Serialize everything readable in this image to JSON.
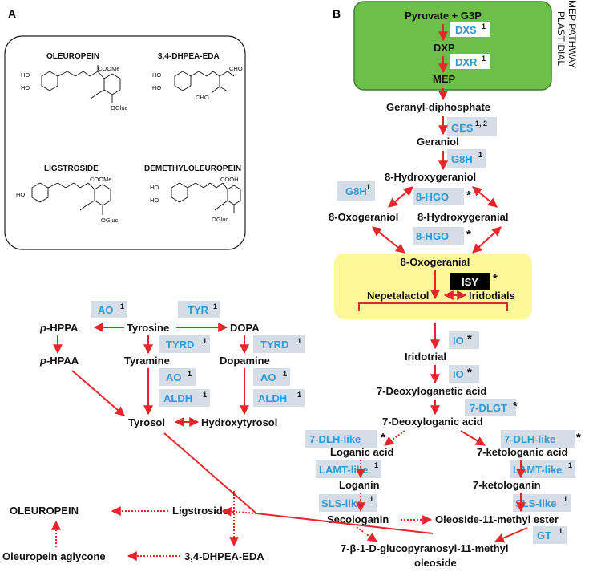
{
  "panels": {
    "a": "A",
    "b": "B"
  },
  "molecules": {
    "oleuropein": "OLEUROPEIN",
    "dhpea_eda": "3,4-DHPEA-EDA",
    "ligstroside": "LIGSTROSIDE",
    "demethyloleuropein": "DEMETHYLOLEUROPEIN"
  },
  "chem_labels": {
    "ho": "HO",
    "coome": "COOMe",
    "cooh": "COOH",
    "cho": "CHO",
    "ogluc": "OGluc"
  },
  "mep": {
    "pathway_title_1": "PLASTIDIAL",
    "pathway_title_2": "MEP PATHWAY",
    "pyruvate": "Pyruvate + G3P",
    "dxs": "DXS",
    "dxs_ref": "1",
    "dxp": "DXP",
    "dxr": "DXR",
    "dxr_ref": "1",
    "mep": "MEP"
  },
  "iridoid": {
    "geranyl_dp": "Geranyl-diphosphate",
    "ges": "GES",
    "ges_ref": "1, 2",
    "geraniol": "Geraniol",
    "g8h_a": "G8H",
    "g8h_a_ref": "1",
    "hydroxygeraniol": "8-Hydroxygeraniol",
    "g8h_b": "G8H",
    "g8h_b_ref": "1",
    "hgo_a": "8-HGO",
    "oxogeraniol": "8-Oxogeraniol",
    "hydroxygeranial": "8-Hydroxygeranial",
    "hgo_b": "8-HGO",
    "oxogeranial": "8-Oxogeranial",
    "isy": "ISY",
    "nepetalactol": "Nepetalactol",
    "iridodials": "Iridodials",
    "io_a": "IO",
    "iridotrial": "Iridotrial",
    "io_b": "IO",
    "deoxyloganetic": "7-Deoxyloganetic acid",
    "dlgt": "7-DLGT",
    "deoxyloganic": "7-Deoxyloganic acid",
    "dlh_a": "7-DLH-like",
    "dlh_b": "7-DLH-like",
    "loganic": "Loganic acid",
    "ketologanic": "7-ketologanic acid",
    "lamt_a": "LAMT-like",
    "lamt_a_ref": "1",
    "lamt_b": "LAMT-like",
    "lamt_b_ref": "1",
    "loganin": "Loganin",
    "ketologanin": "7-ketologanin",
    "sls_a": "SLS-like",
    "sls_a_ref": "1",
    "sls_b": "SLS-like",
    "sls_b_ref": "1",
    "secologanin": "Secologanin",
    "oleoside_ester": "Oleoside-11-methyl ester",
    "gt": "GT",
    "gt_ref": "1",
    "glucopyranosyl_1": "7-β-1-D-glucopyranosyl-11-methyl",
    "glucopyranosyl_2": "oleoside"
  },
  "phenyl": {
    "ao_a": "AO",
    "ao_a_ref": "1",
    "tyr": "TYR",
    "tyr_ref": "1",
    "p_prefix_a": "p",
    "hppa": "-HPPA",
    "tyrosine": "Tyrosine",
    "dopa": "DOPA",
    "tyrd_a": "TYRD",
    "tyrd_a_ref": "1",
    "tyrd_b": "TYRD",
    "tyrd_b_ref": "1",
    "p_prefix_b": "p",
    "hpaa": "-HPAA",
    "tyramine": "Tyramine",
    "dopamine": "Dopamine",
    "ao_b": "AO",
    "ao_b_ref": "1",
    "ao_c": "AO",
    "ao_c_ref": "1",
    "aldh_a": "ALDH",
    "aldh_a_ref": "1",
    "aldh_b": "ALDH",
    "aldh_b_ref": "1",
    "tyrosol": "Tyrosol",
    "hydroxytyrosol": "Hydroxytyrosol",
    "oleuropein": "OLEUROPEIN",
    "ligstroside": "Ligstroside",
    "aglycone": "Oleuropein aglycone",
    "dhpea_eda": "3,4-DHPEA-EDA"
  },
  "colors": {
    "arrow": "#e8262a",
    "enzyme_text": "#2e9ad6",
    "enzyme_box": "#d5dde6",
    "mep_fill": "#6cc04a",
    "mep_border": "#3e7d2a",
    "isy_fill": "#fff79a"
  }
}
